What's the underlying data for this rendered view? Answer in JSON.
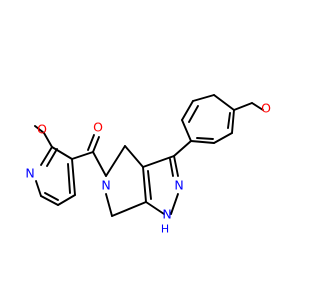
{
  "molecule": {
    "atom_labels": {
      "methoxy_oxygen_right": "O",
      "methoxy_oxygen_left": "O",
      "carbonyl_oxygen": "O",
      "pyridine_nitrogen": "N",
      "piperidine_nitrogen": "N",
      "pyrazole_nitrogen_upper": "N",
      "pyrazole_nitrogen_lower": "N",
      "pyrazole_nh_hydrogen": "H"
    },
    "colors": {
      "bond": "#000000",
      "oxygen": "#ff0000",
      "nitrogen": "#0000ff",
      "hydrogen": "#0000ff"
    }
  }
}
